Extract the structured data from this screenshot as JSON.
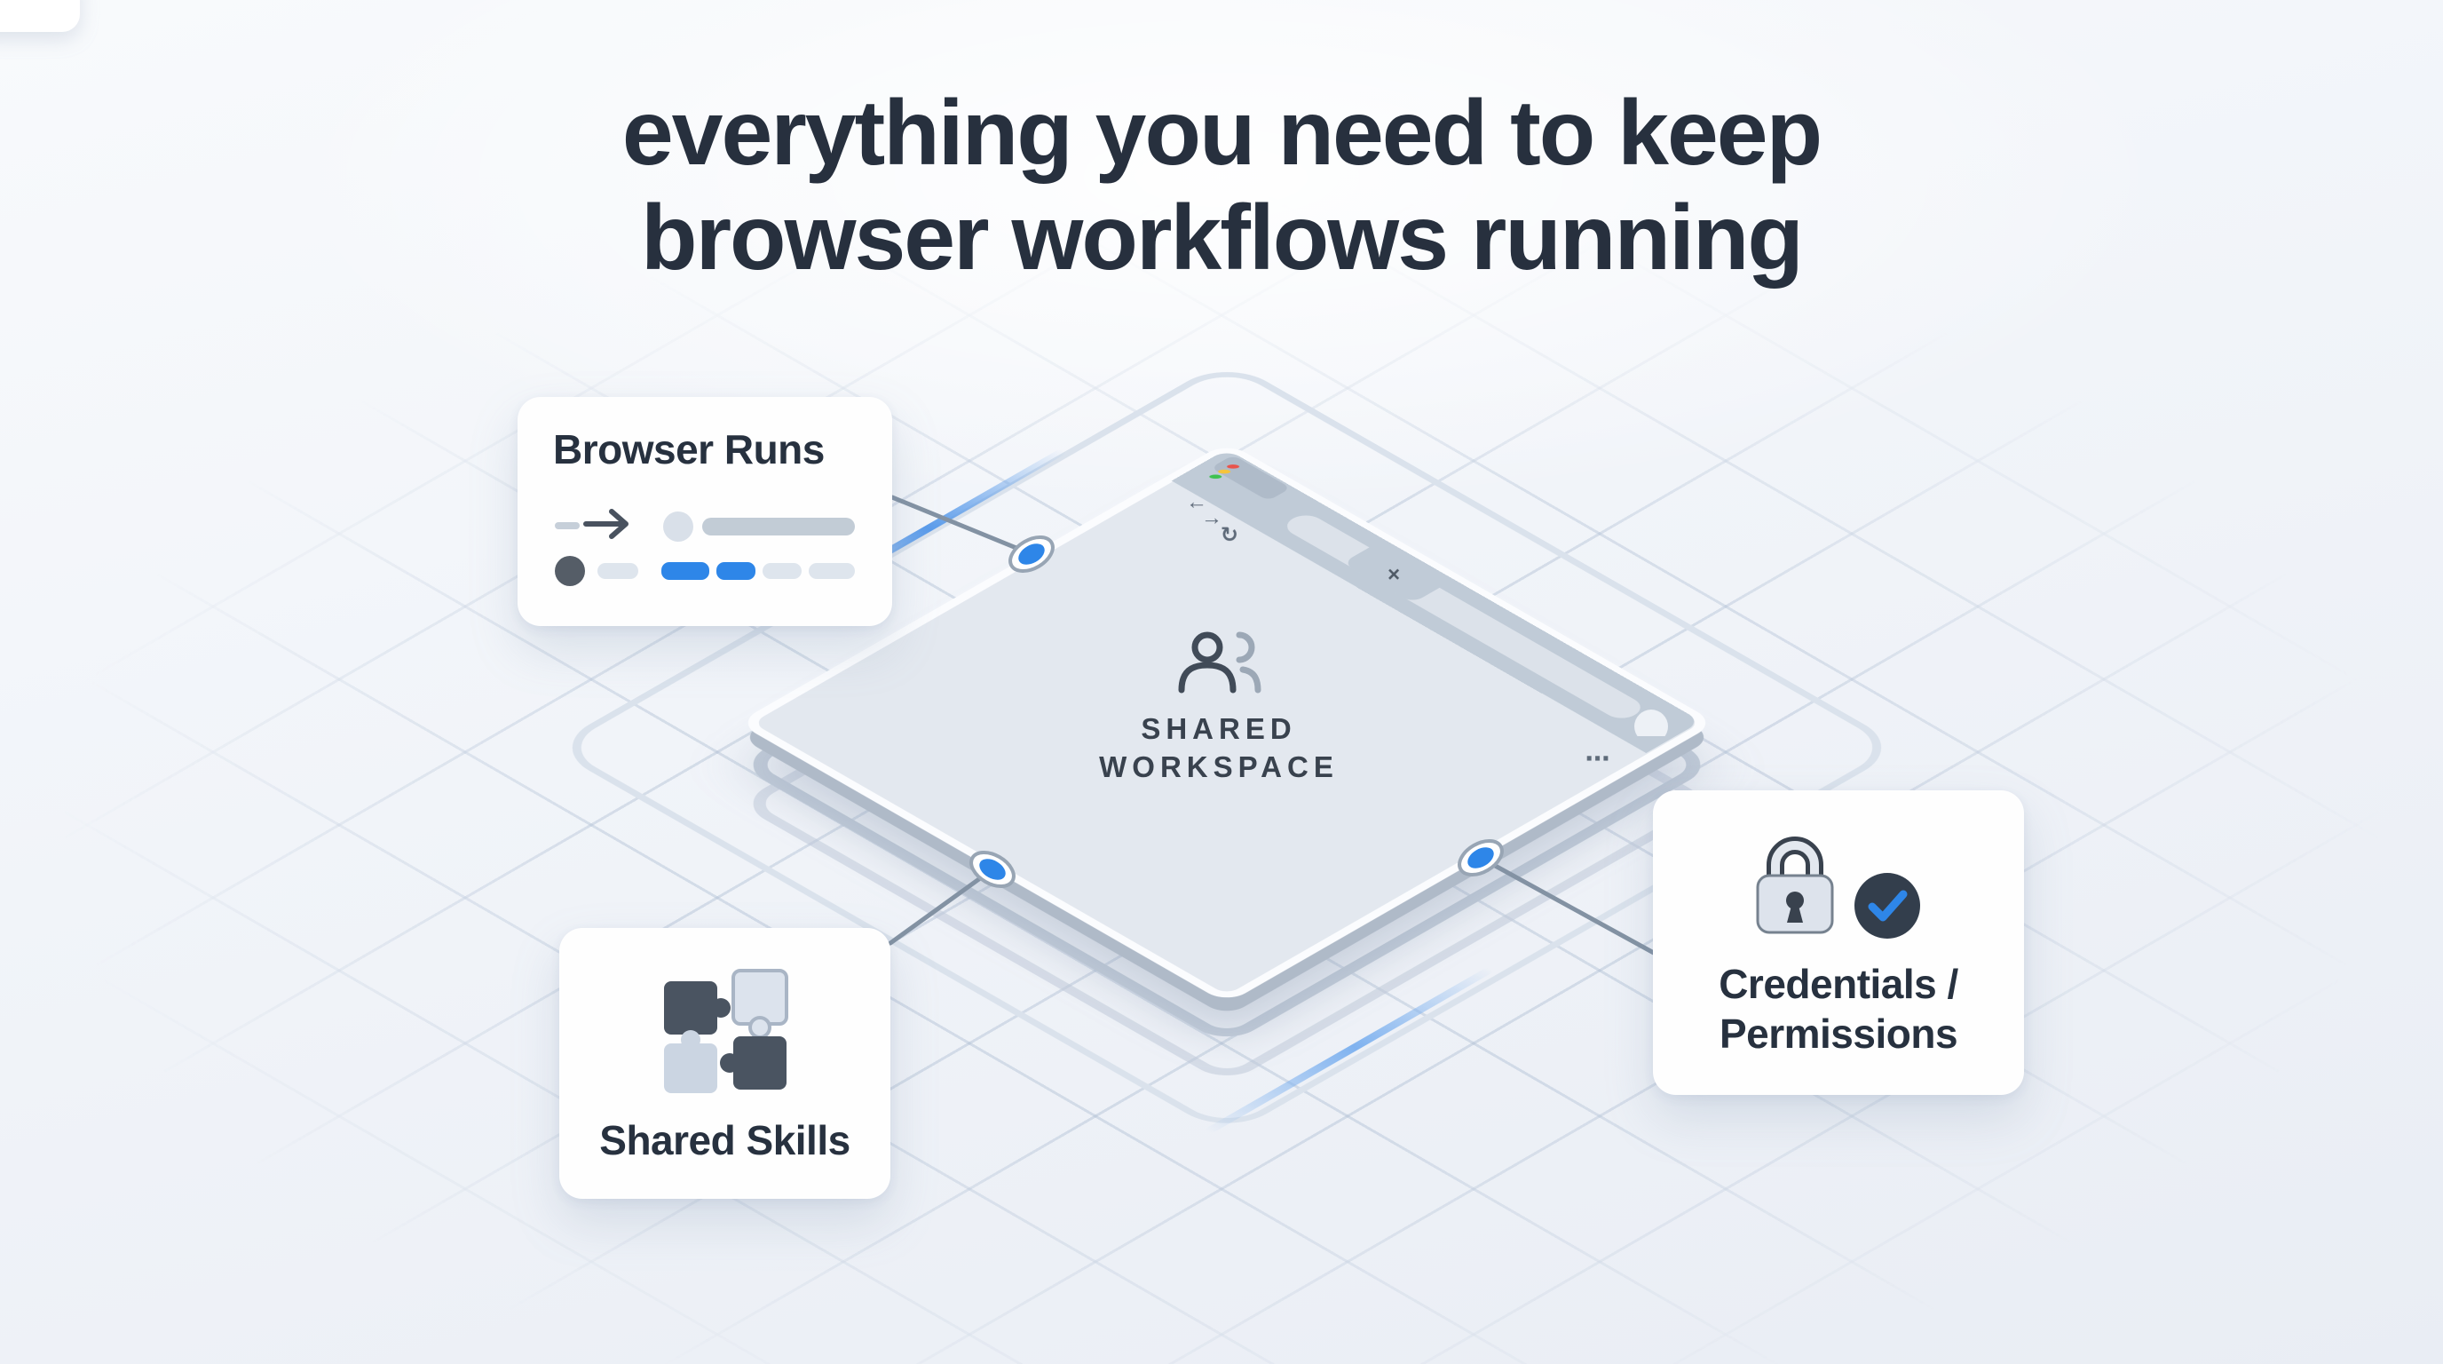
{
  "colors": {
    "accent_blue": "#2E86E8",
    "ink": "#27303E",
    "surface": "#E3E8EF",
    "chrome_band": "#C0CBD7",
    "connector_line": "#8392A3",
    "traffic_lights": [
      "#E9544C",
      "#F6C43B",
      "#3EC24F"
    ]
  },
  "headline": {
    "line1": "everything you need to keep",
    "line2": "browser workflows running"
  },
  "diagram": {
    "workspace": {
      "label_line1": "SHARED",
      "label_line2": "WORKSPACE",
      "icon": "team-icon"
    },
    "browser_chrome": {
      "back_glyph": "←",
      "forward_glyph": "→",
      "reload_glyph": "↻",
      "tab_close_glyph": "×",
      "more_glyph": "⋯",
      "traffic_light_names": [
        "close",
        "minimize",
        "maximize"
      ]
    },
    "connector_dot_count": 3
  },
  "cards": {
    "browser_runs": {
      "title": "Browser Runs",
      "icon": "run-flow-graphic"
    },
    "shared_skills": {
      "title": "Shared Skills",
      "icon": "puzzle-icon"
    },
    "credentials": {
      "title_line1": "Credentials /",
      "title_line2": "Permissions",
      "icon_lock": "lock-icon",
      "icon_check": "check-badge-icon"
    }
  }
}
